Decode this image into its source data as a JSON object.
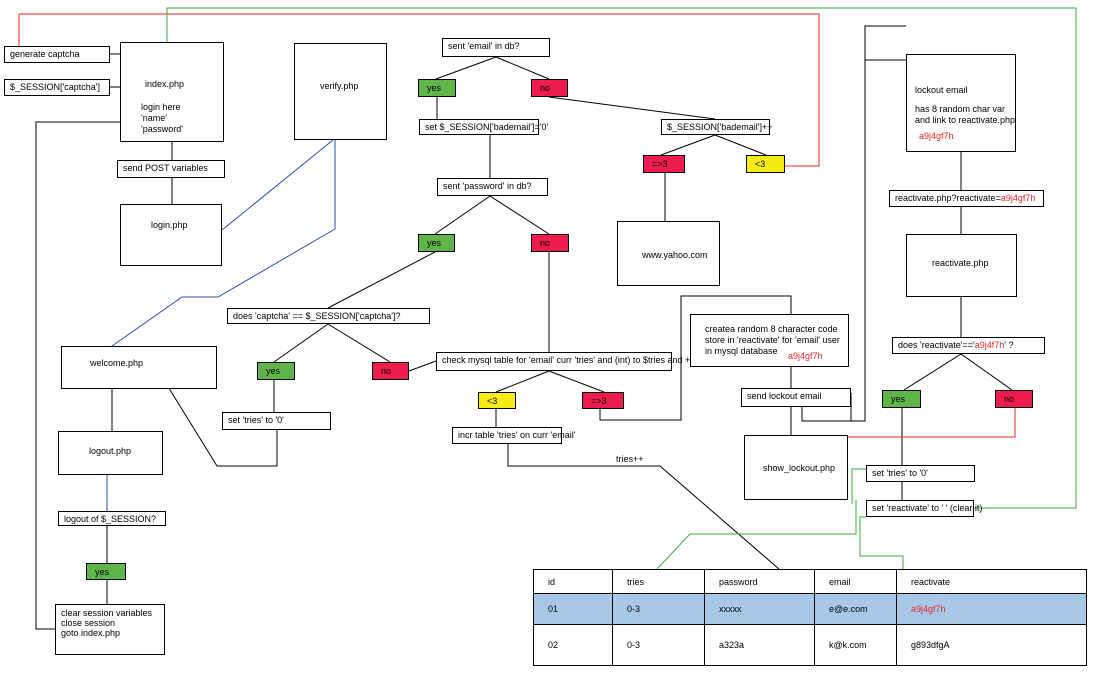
{
  "colors": {
    "yes": "#5fb548",
    "no": "#ee1c4e",
    "warn": "#f6ec13",
    "code": "#e8262a",
    "row_highlight": "#a8c8e8"
  },
  "nodes": {
    "generate_captcha": "generate captcha",
    "session_captcha": "$_SESSION['captcha']",
    "index": {
      "title": "index.php",
      "l1": "login here",
      "l2": "'name'",
      "l3": "'password'"
    },
    "send_post": "send POST variables",
    "login": "login.php",
    "verify": "verify.php",
    "welcome": "welcome.php",
    "logout": "logout.php",
    "logout_q": "logout of $_SESSION?",
    "yes_logout": "yes",
    "clear": {
      "l1": "clear session variables",
      "l2": "close session",
      "l3": "goto index.php"
    },
    "email_q": "sent 'email' in db?",
    "yes_email": "yes",
    "no_email": "no",
    "set_bademail": "set  $_SESSION['bademail']='0'",
    "bademail_inc": "$_SESSION['bademail']++",
    "ge3": "=>3",
    "lt3": "<3",
    "yahoo": "www.yahoo.com",
    "password_q": "sent 'password' in db?",
    "yes_pass": "yes",
    "no_pass": "no",
    "captcha_q": "does 'captcha' == $_SESSION['captcha']?",
    "yes_captcha": "yes",
    "no_captcha": "no",
    "set_tries": "set 'tries' to '0'",
    "check_mysql": "check mysql table for 'email' curr 'tries' and (int) to $tries and ++",
    "lt3_tries": "<3",
    "ge3_tries": "=>3",
    "incr": "incr table 'tries' on curr 'email'",
    "tries_pp": "tries++",
    "create_code": {
      "l1": "createa random 8 character code",
      "l2": "store in 'reactivate' for 'email' user",
      "l3": "in mysql database",
      "code": "a9j4gf7h"
    },
    "send_lockout": "send lockout email",
    "show_lockout": "show_lockout.php",
    "lockout_email": {
      "l1": "lockout email",
      "l2": "has 8 random char var",
      "l3": "and link to reactivate.php",
      "code": "a9j4gf7h"
    },
    "reactivate_link": {
      "prefix": "reactivate.php?reactivate=",
      "code": "a9j4gf7h"
    },
    "reactivate_php": "reactivate.php",
    "reactivate_q": {
      "prefix": "does 'reactivate'=='",
      "code": "a9j4f7h",
      "suffix": "' ?"
    },
    "yes_react": "yes",
    "no_react": "no",
    "set_tries2": "set 'tries' to '0'",
    "set_reactivate": "set 'reactivate' to ' ' (clear it)"
  },
  "table": {
    "headers": [
      "id",
      "tries",
      "password",
      "email",
      "reactivate"
    ],
    "rows": [
      [
        "01",
        "0-3",
        "xxxxx",
        "e@e.com",
        "a9j4gf7h"
      ],
      [
        "02",
        "0-3",
        "a323a",
        "k@k.com",
        "g893dfgA"
      ]
    ]
  }
}
